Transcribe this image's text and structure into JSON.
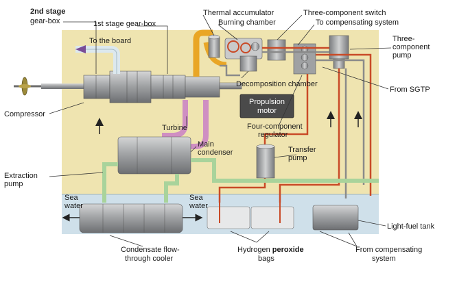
{
  "labels": {
    "stage2_line1": "2nd stage",
    "stage2_line2": "gear-box",
    "stage1": "1st stage gear-box",
    "to_board": "To the board",
    "thermal_accumulator": "Thermal accumulator",
    "burning_chamber": "Burning chamber",
    "three_component_switch": "Three-component switch",
    "to_compensating_system": "To compensating system",
    "three_pump_line1": "Three-",
    "three_pump_line2": "component",
    "three_pump_line3": "pump",
    "decomposition_chamber": "Decomposition chamber",
    "from_sgtp": "From SGTP",
    "compressor": "Compressor",
    "propulsion_line1": "Propulsion",
    "propulsion_line2": "motor",
    "turbine": "Turbine",
    "four_reg_line1": "Four-component",
    "four_reg_line2": "regulator",
    "main_cond_line1": "Main",
    "main_cond_line2": "condenser",
    "transfer_line1": "Transfer",
    "transfer_line2": "pump",
    "extraction_line1": "Extraction",
    "extraction_line2": "pump",
    "sea_water_left_1": "Sea",
    "sea_water_left_2": "water",
    "sea_water_right_1": "Sea",
    "sea_water_right_2": "water",
    "light_fuel_tank": "Light-fuel tank",
    "condensate_line1": "Condensate flow-",
    "condensate_line2": "through cooler",
    "hydrogen_part1": "Hydrogen ",
    "hydrogen_part2": "peroxide",
    "hydrogen_line2": "bags",
    "from_comp_line1": "From compensating",
    "from_comp_line2": "system"
  },
  "colors": {
    "background_panel": "#efe4b0",
    "water_band": "#cfe0ea",
    "machinery_grey": "#a7a9ab",
    "steam_pipe": "#e9a626",
    "turbine_pipe": "#cf8fc2",
    "condensate_pipe": "#a9d39b",
    "exhaust_pipe": "#dce8ee",
    "fuel_line_red": "#c94a27",
    "fuel_line_grey": "#8a8a8a",
    "arrow_purple": "#7a4d96",
    "motor_box": "#4a4a4a"
  }
}
